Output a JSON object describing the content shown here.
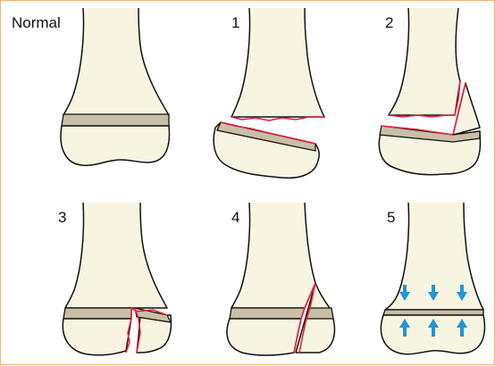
{
  "panels": [
    {
      "label": "Normal"
    },
    {
      "label": "1"
    },
    {
      "label": "2"
    },
    {
      "label": "3"
    },
    {
      "label": "4"
    },
    {
      "label": "5"
    }
  ],
  "colors": {
    "frame_border": "#f0b27a",
    "bone_fill": "#f7f4e1",
    "growth_plate": "#c9bfa7",
    "fracture_line": "#e8213f",
    "compression_arrow": "#1f97d6"
  }
}
